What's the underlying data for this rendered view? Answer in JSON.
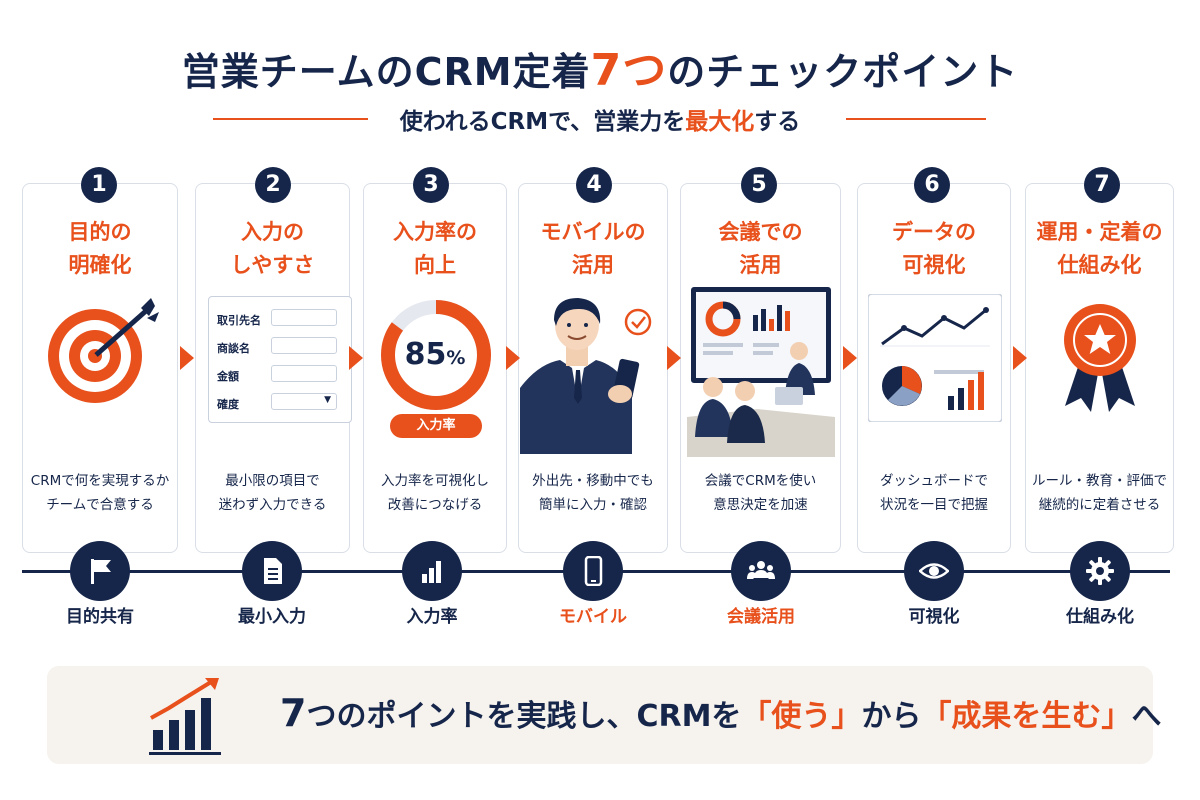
{
  "header": {
    "title_before": "営業チームのCRM定着",
    "title_highlight": "7つ",
    "title_after": "のチェックポイント",
    "subtitle_before": "使われるCRMで、営業力を",
    "subtitle_highlight": "最大化",
    "subtitle_after": "する"
  },
  "cards": [
    {
      "number": "1",
      "title_line1": "目的の",
      "title_line2": "明確化",
      "desc_line1": "CRMで何を実現するか",
      "desc_line2": "チームで合意する"
    },
    {
      "number": "2",
      "title_line1": "入力の",
      "title_line2": "しやすさ",
      "desc_line1": "最小限の項目で",
      "desc_line2": "迷わず入力できる"
    },
    {
      "number": "3",
      "title_line1": "入力率の",
      "title_line2": "向上",
      "desc_line1": "入力率を可視化し",
      "desc_line2": "改善につなげる"
    },
    {
      "number": "4",
      "title_line1": "モバイルの",
      "title_line2": "活用",
      "desc_line1": "外出先・移動中でも",
      "desc_line2": "簡単に入力・確認"
    },
    {
      "number": "5",
      "title_line1": "会議での",
      "title_line2": "活用",
      "desc_line1": "会議でCRMを使い",
      "desc_line2": "意思決定を加速"
    },
    {
      "number": "6",
      "title_line1": "データの",
      "title_line2": "可視化",
      "desc_line1": "ダッシュボードで",
      "desc_line2": "状況を一目で把握"
    },
    {
      "number": "7",
      "title_line1": "運用・定着の",
      "title_line2": "仕組み化",
      "desc_line1": "ルール・教育・評価で",
      "desc_line2": "継続的に定着させる"
    }
  ],
  "form_demo": {
    "rows": [
      {
        "label": "取引先名"
      },
      {
        "label": "商談名"
      },
      {
        "label": "金額"
      },
      {
        "label": "確度"
      }
    ]
  },
  "input_rate": {
    "value": "85",
    "unit": "%",
    "label": "入力率",
    "fraction": 0.85
  },
  "timeline": [
    {
      "label": "目的共有",
      "icon": "flag-icon"
    },
    {
      "label": "最小入力",
      "icon": "document-icon"
    },
    {
      "label": "入力率",
      "icon": "bar-chart-icon"
    },
    {
      "label": "モバイル",
      "icon": "smartphone-icon"
    },
    {
      "label": "会議活用",
      "icon": "people-icon"
    },
    {
      "label": "可視化",
      "icon": "eye-icon"
    },
    {
      "label": "仕組み化",
      "icon": "gear-icon"
    }
  ],
  "banner": {
    "part1": "7",
    "part2": "つのポイントを実践し、CRMを",
    "part3": "「使う」",
    "part4": "から",
    "part5": "「成果を生む」",
    "part6": "へ"
  },
  "colors": {
    "navy": "#16264a",
    "orange": "#e8501c",
    "card_border": "#d9dee7",
    "banner_bg": "#f6f2ee"
  }
}
